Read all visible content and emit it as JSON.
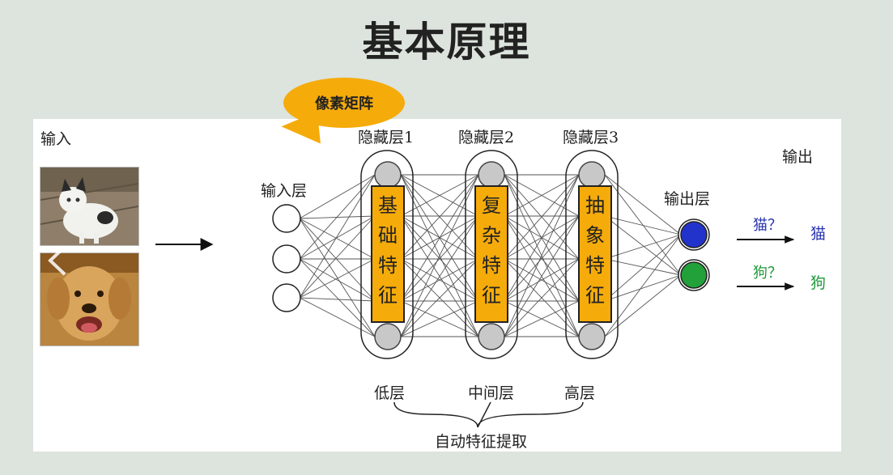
{
  "slide": {
    "title": "基本原理",
    "bubble_label": "像素矩阵"
  },
  "diagram": {
    "input_label": "输入",
    "output_label": "输出",
    "input_layer_label": "输入层",
    "output_layer_label": "输出层",
    "hidden_layers": [
      {
        "label": "隐藏层1",
        "feature": [
          "基",
          "础",
          "特",
          "征"
        ],
        "level_label": "低层"
      },
      {
        "label": "隐藏层2",
        "feature": [
          "复",
          "杂",
          "特",
          "征"
        ],
        "level_label": "中间层"
      },
      {
        "label": "隐藏层3",
        "feature": [
          "抽",
          "象",
          "特",
          "征"
        ],
        "level_label": "高层"
      }
    ],
    "feature_extraction_label": "自动特征提取",
    "output_nodes": [
      {
        "color": "#2233cc"
      },
      {
        "color": "#22a03a"
      }
    ],
    "predictions": [
      {
        "question": "猫？",
        "answer": "猫",
        "color": "#2b36b0"
      },
      {
        "question": "狗？",
        "answer": "狗",
        "color": "#1e9a3a"
      }
    ],
    "images": [
      {
        "icon": "cat-photo"
      },
      {
        "icon": "dog-photo"
      }
    ]
  },
  "colors": {
    "feature_box": "#f5ab0a",
    "hidden_node": "#c8c8c8",
    "background": "#dde3dd"
  }
}
